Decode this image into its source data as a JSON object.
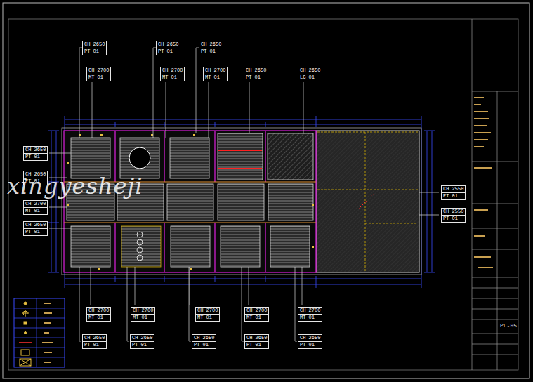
{
  "diagram": {
    "nodes": [
      {
        "text": [
          "CH 2650",
          "PT 01"
        ]
      },
      {
        "text": [
          "CH 2650",
          "PT 01"
        ]
      },
      {
        "text": [
          "CH 2650",
          "PT 01"
        ]
      },
      {
        "text": [
          "CH 2700",
          "MT 01"
        ]
      },
      {
        "text": [
          "CH 2700",
          "MT 01"
        ]
      },
      {
        "text": [
          "CH 2700",
          "MT 01"
        ]
      },
      {
        "text": [
          "CH 2650",
          "PT 01"
        ]
      },
      {
        "text": [
          "CH 2650",
          "LG 01"
        ]
      },
      {
        "text": [
          "CH 2650",
          "PT 01"
        ]
      },
      {
        "text": [
          "CH 2650",
          "PT 01"
        ]
      },
      {
        "text": [
          "CH 2700",
          "MT 01"
        ]
      },
      {
        "text": [
          "CH 2650",
          "PT 01"
        ]
      },
      {
        "text": [
          "CH 2550",
          "PT 01"
        ]
      },
      {
        "text": [
          "CH 2550",
          "PT 01"
        ]
      },
      {
        "text": [
          "CH 2700",
          "MT 01"
        ]
      },
      {
        "text": [
          "CH 2700",
          "MT 01"
        ]
      },
      {
        "text": [
          "CH 2700",
          "MT 01"
        ]
      },
      {
        "text": [
          "CH 2700",
          "MT 01"
        ]
      },
      {
        "text": [
          "CH 2700",
          "MT 01"
        ]
      },
      {
        "text": [
          "CH 2650",
          "PT 01"
        ]
      },
      {
        "text": [
          "CH 2650",
          "PT 01"
        ]
      },
      {
        "text": [
          "CH 2650",
          "PT 01"
        ]
      },
      {
        "text": [
          "CH 2650",
          "PT 01"
        ]
      },
      {
        "text": [
          "CH 2650",
          "PT 01"
        ]
      }
    ],
    "labels": [
      "xingyesheji",
      "PL-05"
    ]
  }
}
